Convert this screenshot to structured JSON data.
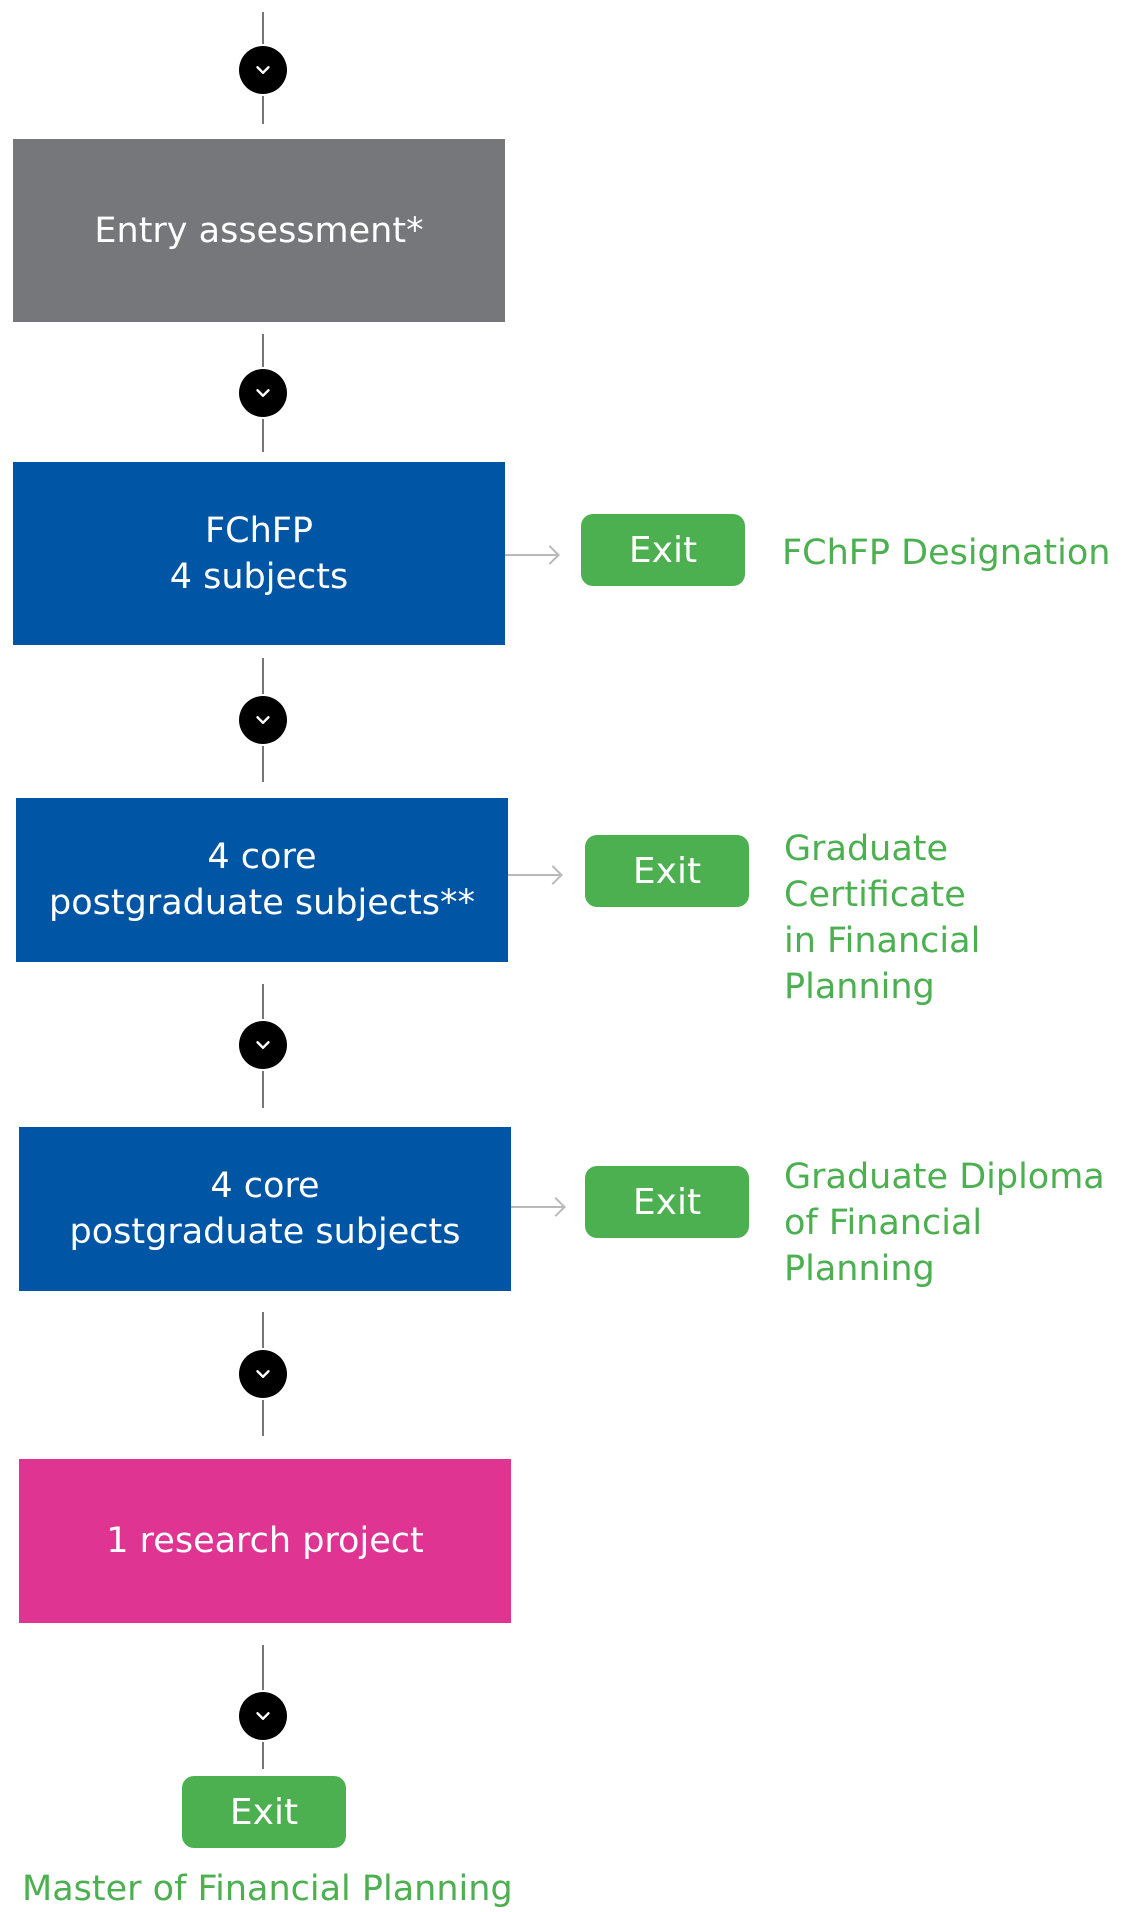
{
  "colors": {
    "gray_box": "#75777a",
    "blue_box": "#0055a5",
    "pink_box": "#e03493",
    "exit_green": "#4caf50",
    "outcome_green": "#4caf50",
    "connector_node": "#000000",
    "connector_line": "#777777",
    "branch_arrow": "#b9b9b9"
  },
  "icons": {
    "step_connector": "chevron-down-icon",
    "branch_connector": "arrow-right-icon"
  },
  "flow": {
    "entry_assessment": "Entry assessment*",
    "fchfp_box": "FChFP\n4 subjects",
    "core_postgraduate_1": "4 core\npostgraduate subjects**",
    "core_postgraduate_2": "4 core\npostgraduate subjects",
    "research_project": "1 research project"
  },
  "exits": {
    "label": "Exit",
    "fchfp_outcome": "FChFP Designation",
    "graduate_certificate_outcome": "Graduate Certificate\nin Financial Planning",
    "graduate_diploma_outcome": "Graduate Diploma\nof Financial Planning",
    "master_outcome": "Master of Financial Planning"
  }
}
